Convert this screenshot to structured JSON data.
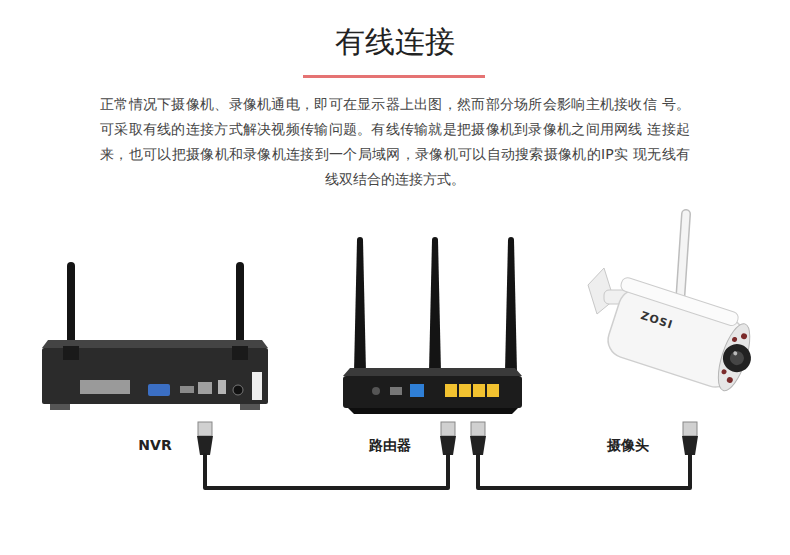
{
  "diagram": {
    "title": "有线连接",
    "nodes": [
      {
        "text": [
          "NVR"
        ]
      },
      {
        "text": [
          "路由器"
        ]
      },
      {
        "text": [
          "摄像头"
        ]
      }
    ],
    "edges": [
      {
        "from": 0,
        "to": 1,
        "arrow": "none"
      },
      {
        "from": 1,
        "to": 2,
        "arrow": "none"
      }
    ],
    "labels": [
      "正常情况下摄像机、录像机通电，即可在显示器上出图，然而部分场所会影响主机接收信 号。可采取有线的连接方式解决视频传输问题。有线传输就是把摄像机到录像机之间用网线 连接起来，也可以把摄像机和录像机连接到一个局域网，录像机可以自动搜索摄像机的IP实 现无线有线双结合的连接方式。",
      "ZOSI"
    ]
  }
}
